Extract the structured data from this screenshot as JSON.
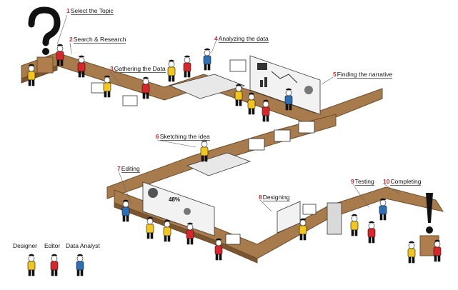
{
  "steps": [
    {
      "num": "1",
      "label": "Select the Topic"
    },
    {
      "num": "2",
      "label": "Search & Research"
    },
    {
      "num": "3",
      "label": "Gathering the Data"
    },
    {
      "num": "4",
      "label": "Analyzing the data"
    },
    {
      "num": "5",
      "label": "Finding the narrative"
    },
    {
      "num": "6",
      "label": "Sketching the idea"
    },
    {
      "num": "7",
      "label": "Editing"
    },
    {
      "num": "8",
      "label": "Designing"
    },
    {
      "num": "9",
      "label": "Testing"
    },
    {
      "num": "10",
      "label": "Completing"
    }
  ],
  "legend": [
    {
      "label": "Designer",
      "color": "#f2c61f"
    },
    {
      "label": "Editor",
      "color": "#d8262c"
    },
    {
      "label": "Data Analyst",
      "color": "#2c6fb5"
    }
  ],
  "chart_labels": {
    "percent": "48%"
  },
  "colors": {
    "floor": "#a77b4c",
    "floor_edge": "#6e4c2a",
    "question_mark": "#111111",
    "exclamation_mark": "#111111"
  }
}
